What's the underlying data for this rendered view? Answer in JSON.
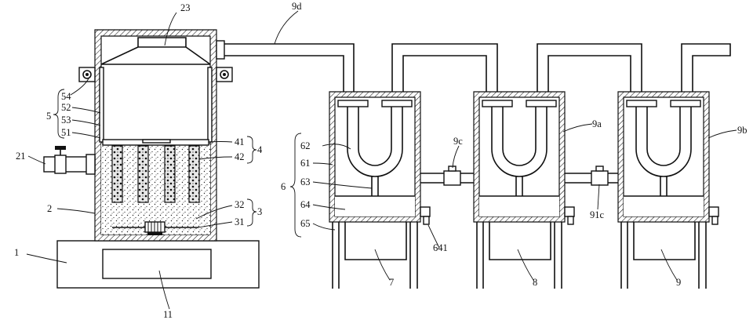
{
  "diagram": {
    "labels": {
      "l1": "1",
      "l11": "11",
      "l2": "2",
      "l21": "21",
      "l23": "23",
      "l3": "3",
      "l31": "31",
      "l32": "32",
      "l4": "4",
      "l41": "41",
      "l42": "42",
      "l5": "5",
      "l51": "51",
      "l52": "52",
      "l53": "53",
      "l54": "54",
      "l6": "6",
      "l61": "61",
      "l62": "62",
      "l63": "63",
      "l64": "64",
      "l65": "65",
      "l641": "641",
      "l7": "7",
      "l8": "8",
      "l9": "9",
      "l9a": "9a",
      "l9b": "9b",
      "l9c": "9c",
      "l9d": "9d",
      "l91c": "91c"
    }
  }
}
